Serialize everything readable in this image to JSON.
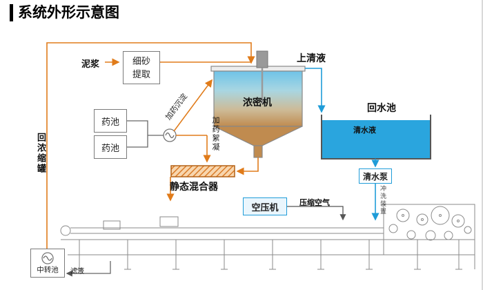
{
  "title": "系统外形示意图",
  "colors": {
    "pipe_orange": "#e07b1a",
    "pipe_blue": "#1f9cd8",
    "water_blue": "#2aa5de",
    "tank_top_blue": "#6fc3e8",
    "tank_bottom_brown": "#c08b4f",
    "mixer_orange": "#d97b28",
    "line_gray": "#666666",
    "machine_gray": "#8a8a8a"
  },
  "nodes": {
    "slurry": "泥浆",
    "fine_sand_extraction": "细砂提取",
    "thickener": "浓密机",
    "supernatant": "上清液",
    "return_pool": "回水池",
    "clear_water": "清水液",
    "clear_water_pump": "清水泵",
    "flushing_device": "冲洗装置",
    "chem_tank_1": "药池",
    "chem_tank_2": "药池",
    "dosing_sedimentation": "加药沉淀",
    "dosing_flocculation": "加药絮凝",
    "static_mixer": "静态混合器",
    "air_compressor": "空压机",
    "compressed_air": "压缩空气",
    "return_to_thickener": "回浓缩罐",
    "transfer_tank": "中转池",
    "filtrate": "滤液"
  }
}
